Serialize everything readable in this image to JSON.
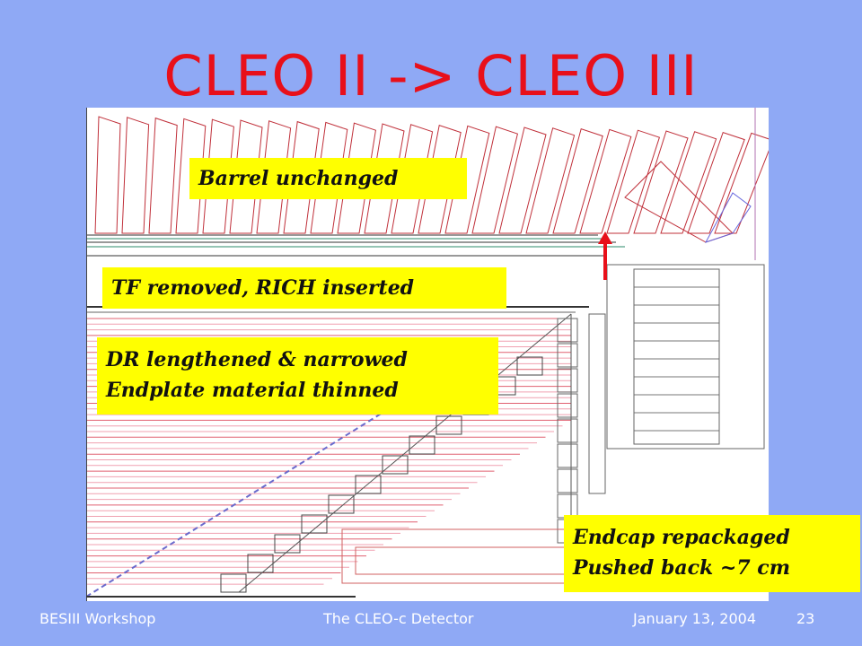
{
  "slide": {
    "title": "CLEO II -> CLEO III",
    "labels": {
      "barrel": "Barrel unchanged",
      "tf": "TF removed, RICH inserted",
      "dr_line1": "DR  lengthened & narrowed",
      "dr_line2": "Endplate material thinned",
      "endcap_line1": "Endcap repackaged",
      "endcap_line2": "Pushed back ~7 cm"
    },
    "footer": {
      "left": "BESIII Workshop",
      "center": "The CLEO-c Detector",
      "right": "January 13, 2004",
      "page": "23"
    }
  },
  "colors": {
    "background": "#8fa9f5",
    "title": "#e8101a",
    "label_bg": "#ffff00",
    "arrow": "#e8101a"
  }
}
